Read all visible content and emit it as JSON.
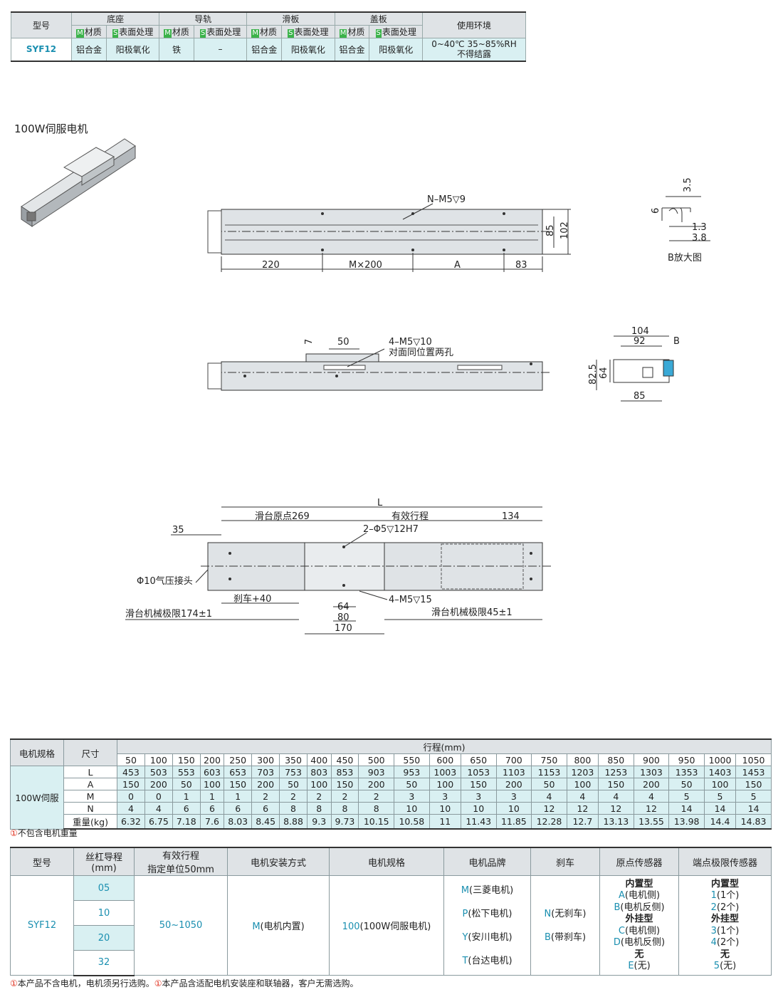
{
  "top_table": {
    "headers": {
      "model": "型号",
      "base": "底座",
      "rail": "导轨",
      "slider": "滑板",
      "cover": "盖板",
      "env": "使用环境"
    },
    "sub_tags": {
      "m": "M",
      "s": "S"
    },
    "sub_labels": {
      "material": "材质",
      "surface": "表面处理"
    },
    "row": {
      "model": "SYF12",
      "base_material": "铝合金",
      "base_surface": "阳极氧化",
      "rail_material": "铁",
      "rail_surface": "–",
      "slider_material": "铝合金",
      "slider_surface": "阳极氧化",
      "cover_material": "铝合金",
      "cover_surface": "阳极氧化",
      "env_line1": "0~40℃  35~85%RH",
      "env_line2": "不得结露"
    }
  },
  "section_title": "100W伺服电机",
  "drawing1": {
    "n_hole": "N–M5▽9",
    "d220": "220",
    "dM": "M×200",
    "dA": "A",
    "d83": "83",
    "d85": "85",
    "d102": "102"
  },
  "detail_b": {
    "d35": "3.5",
    "d6": "6",
    "d13": "1.3",
    "d38": "3.8",
    "caption": "B放大图"
  },
  "drawing2": {
    "d7": "7",
    "d50": "50",
    "hole_line1": "4–M5▽10",
    "hole_line2": "对面同位置两孔"
  },
  "end_view": {
    "d104": "104",
    "d92": "92",
    "dB": "B",
    "d825": "82.5",
    "d64": "64",
    "d85": "85"
  },
  "drawing3": {
    "L": "L",
    "origin": "滑台原点269",
    "stroke": "有效行程",
    "d134": "134",
    "d35": "35",
    "pin": "2–Φ5▽12H7",
    "air": "Φ10气压接头",
    "brake": "刹车+40",
    "hole": "4–M5▽15",
    "d64": "64",
    "d80": "80",
    "d170": "170",
    "limit_left": "滑台机械极限174±1",
    "limit_right": "滑台机械极限45±1"
  },
  "spec_table": {
    "h_motor": "电机规格",
    "h_size": "尺寸",
    "h_stroke": "行程(mm)",
    "motor": "100W伺服",
    "strokes": [
      "50",
      "100",
      "150",
      "200",
      "250",
      "300",
      "350",
      "400",
      "450",
      "500",
      "550",
      "600",
      "650",
      "700",
      "750",
      "800",
      "850",
      "900",
      "950",
      "1000",
      "1050"
    ],
    "rows": [
      {
        "label": "L",
        "values": [
          "453",
          "503",
          "553",
          "603",
          "653",
          "703",
          "753",
          "803",
          "853",
          "903",
          "953",
          "1003",
          "1053",
          "1103",
          "1153",
          "1203",
          "1253",
          "1303",
          "1353",
          "1403",
          "1453"
        ]
      },
      {
        "label": "A",
        "values": [
          "150",
          "200",
          "50",
          "100",
          "150",
          "200",
          "50",
          "100",
          "150",
          "200",
          "50",
          "100",
          "150",
          "200",
          "50",
          "100",
          "150",
          "200",
          "50",
          "100",
          "150"
        ]
      },
      {
        "label": "M",
        "values": [
          "0",
          "0",
          "1",
          "1",
          "1",
          "2",
          "2",
          "2",
          "2",
          "2",
          "3",
          "3",
          "3",
          "3",
          "4",
          "4",
          "4",
          "4",
          "5",
          "5",
          "5"
        ]
      },
      {
        "label": "N",
        "values": [
          "4",
          "4",
          "6",
          "6",
          "6",
          "6",
          "8",
          "8",
          "8",
          "8",
          "10",
          "10",
          "10",
          "10",
          "12",
          "12",
          "12",
          "12",
          "14",
          "14",
          "14"
        ]
      },
      {
        "label": "重量(kg)",
        "values": [
          "6.32",
          "6.75",
          "7.18",
          "7.6",
          "8.03",
          "8.45",
          "8.88",
          "9.3",
          "9.73",
          "10.15",
          "10.58",
          "11",
          "11.43",
          "11.85",
          "12.28",
          "12.7",
          "13.13",
          "13.55",
          "13.98",
          "14.4",
          "14.83"
        ]
      }
    ],
    "note_mark": "①",
    "note": "不包含电机重量"
  },
  "order_table": {
    "headers": {
      "model": "型号",
      "lead_l1": "丝杠导程",
      "lead_l2": "(mm)",
      "stroke_l1": "有效行程",
      "stroke_l2": "指定单位50mm",
      "mount": "电机安装方式",
      "spec": "电机规格",
      "brand": "电机品牌",
      "brake": "刹车",
      "origin": "原点传感器",
      "limit": "端点极限传感器"
    },
    "model": "SYF12",
    "leads": [
      "05",
      "10",
      "20",
      "32"
    ],
    "stroke": "50~1050",
    "mount_code": "M",
    "mount_text": "(电机内置)",
    "spec_code": "100",
    "spec_text": "(100W伺服电机)",
    "brands": [
      {
        "code": "M",
        "text": "(三菱电机)"
      },
      {
        "code": "P",
        "text": "(松下电机)"
      },
      {
        "code": "Y",
        "text": "(安川电机)"
      },
      {
        "code": "T",
        "text": "(台达电机)"
      }
    ],
    "brakes": [
      {
        "code": "N",
        "text": "(无刹车)"
      },
      {
        "code": "B",
        "text": "(带刹车)"
      }
    ],
    "origin": {
      "t1": "内置型",
      "a_code": "A",
      "a_text": "(电机侧)",
      "b_code": "B",
      "b_text": "(电机反侧)",
      "t2": "外挂型",
      "c_code": "C",
      "c_text": "(电机侧)",
      "d_code": "D",
      "d_text": "(电机反侧)",
      "t3": "无",
      "e_code": "E",
      "e_text": "(无)"
    },
    "limit": {
      "t1": "内置型",
      "c1_code": "1",
      "c1_text": "(1个)",
      "c2_code": "2",
      "c2_text": "(2个)",
      "t2": "外挂型",
      "c3_code": "3",
      "c3_text": "(1个)",
      "c4_code": "4",
      "c4_text": "(2个)",
      "t3": "无",
      "c5_code": "5",
      "c5_text": "(无)"
    },
    "note_mark": "①",
    "note1": "本产品不含电机，电机须另行选购。",
    "note2": "本产品含适配电机安装座和联轴器，客户无需选购。"
  },
  "colors": {
    "accent": "#1a8fb0",
    "header_bg": "#dfe3e6",
    "cyan_bg": "#d9f0f2",
    "tag_green": "#3bb34a",
    "mark_red": "#e0301e"
  }
}
